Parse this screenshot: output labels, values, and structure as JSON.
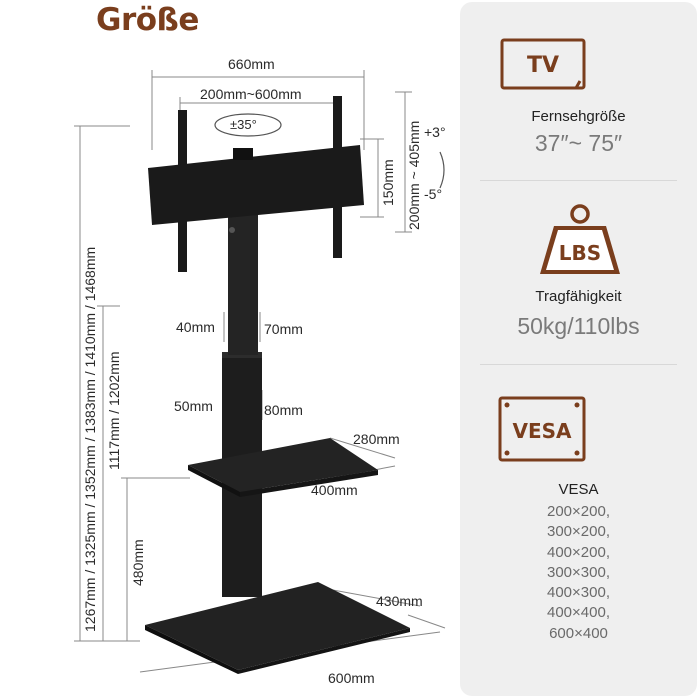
{
  "title": "Größe",
  "dimensions": {
    "width_overall": "660mm",
    "vesa_range": "200mm~600mm",
    "swivel": "±35°",
    "tilt_up": "+3°",
    "tilt_down": "-5°",
    "bracket_height": "150mm",
    "bracket_vertical": "200mm ~ 405mm",
    "height_levels": "1267mm / 1325mm / 1352mm / 1383mm / 1410mm / 1468mm",
    "shelf_height_levels": "1117mm / 1202mm",
    "base_to_shelf": "480mm",
    "col_a_left": "40mm",
    "col_a_right": "70mm",
    "col_b_left": "50mm",
    "col_b_right": "80mm",
    "shelf_depth": "280mm",
    "shelf_width": "400mm",
    "base_depth": "430mm",
    "base_width": "600mm"
  },
  "panel": {
    "tv_icon_text": "TV",
    "tv_label": "Fernsehgröße",
    "tv_value": "37″~ 75″",
    "weight_icon_text": "LBS",
    "weight_label": "Tragfähigkeit",
    "weight_value": "50kg/110lbs",
    "vesa_icon_text": "VESA",
    "vesa_label": "VESA",
    "vesa_list": [
      "200×200,",
      "300×200,",
      "400×200,",
      "300×300,",
      "400×300,",
      "400×400,",
      "600×400"
    ]
  },
  "colors": {
    "accent_brown": "#7a3e1d",
    "panel_bg": "#efefef",
    "stand_black": "#1c1c1c"
  }
}
